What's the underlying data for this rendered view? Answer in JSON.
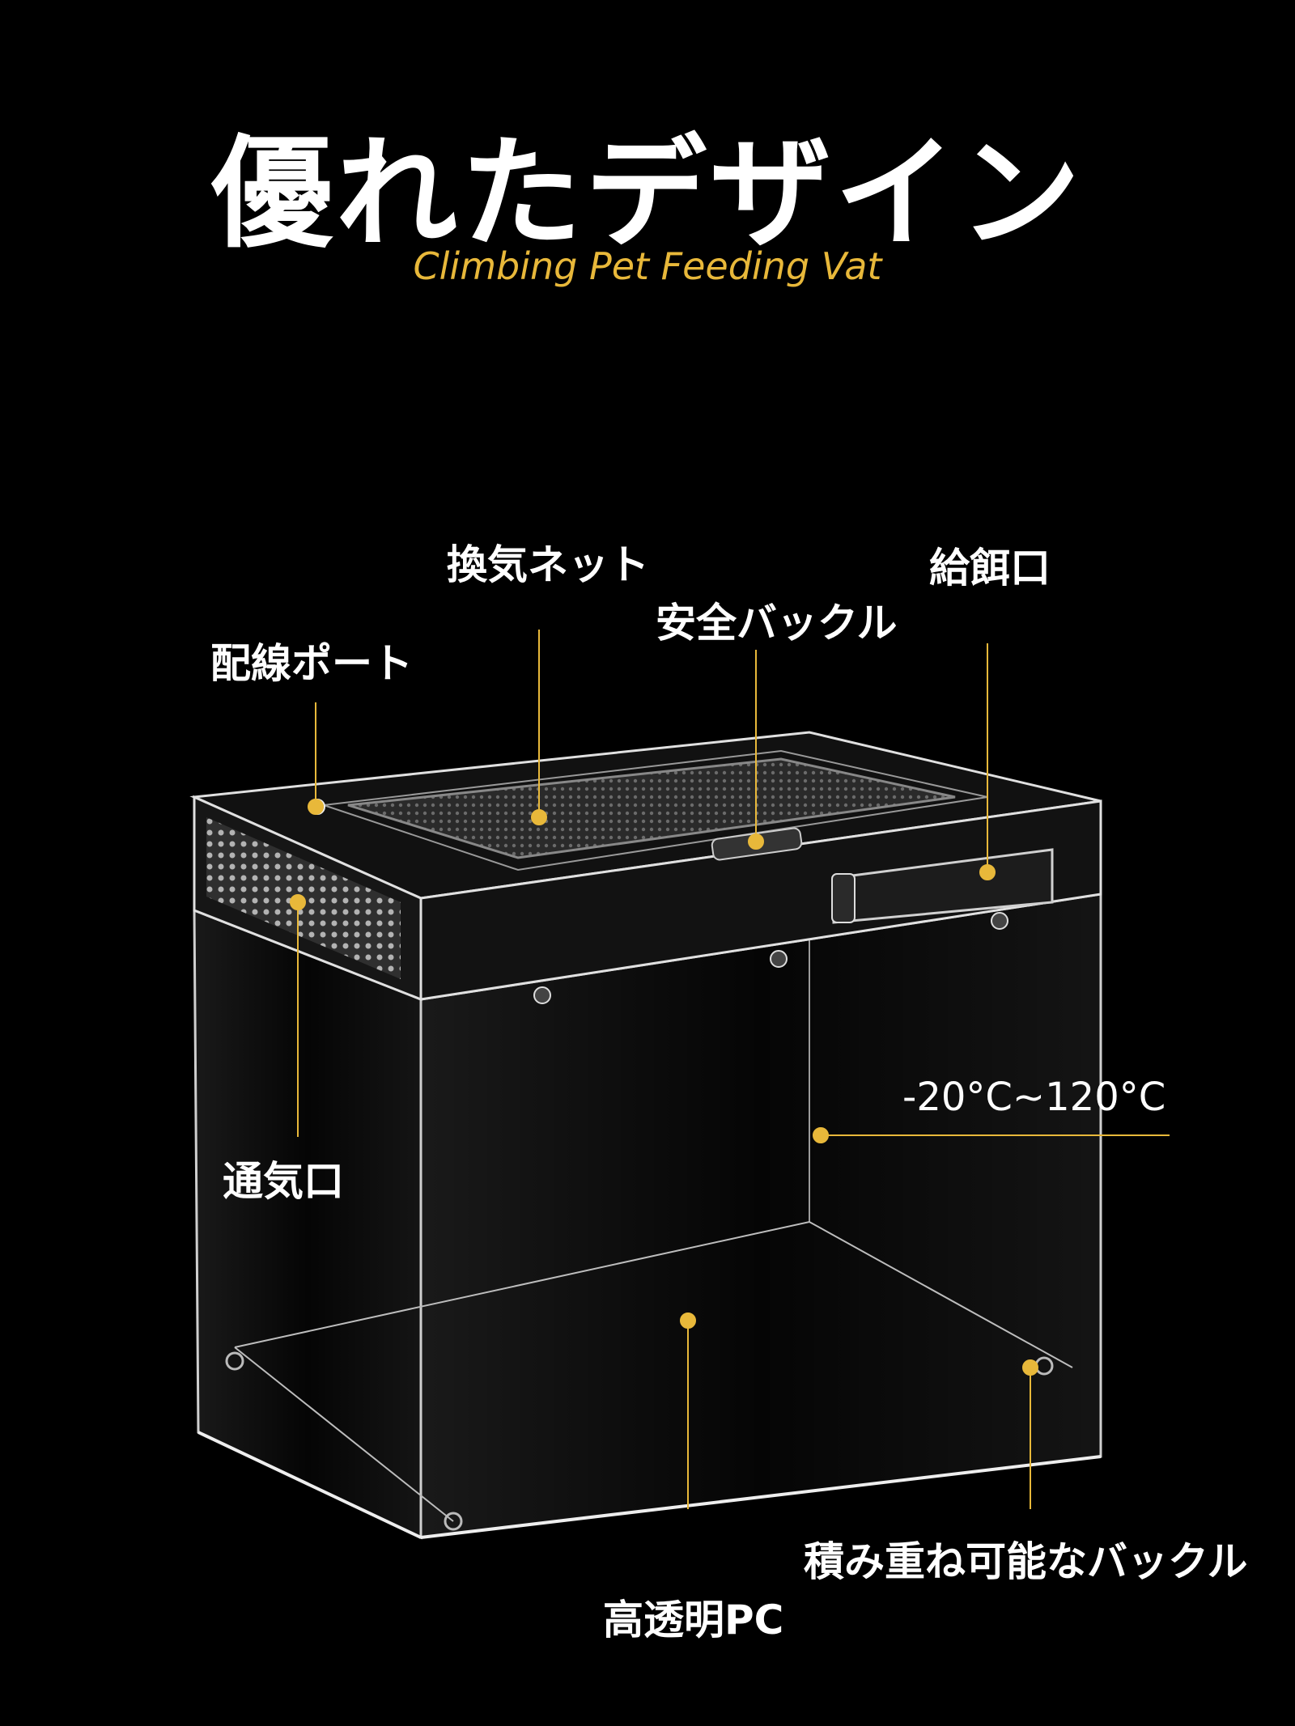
{
  "header": {
    "title": "優れたデザイン",
    "subtitle": "Climbing Pet Feeding Vat"
  },
  "callouts": {
    "ventilation_net": "換気ネット",
    "feeding_port": "給餌口",
    "safety_buckle": "安全バックル",
    "wiring_port": "配線ポート",
    "air_vent": "通気口",
    "temperature_range": "-20°C~120°C",
    "high_transparency_pc": "高透明PC",
    "stackable_buckle": "積み重ね可能なバックル"
  },
  "colors": {
    "background": "#000000",
    "accent": "#e8b83a",
    "text": "#ffffff"
  }
}
